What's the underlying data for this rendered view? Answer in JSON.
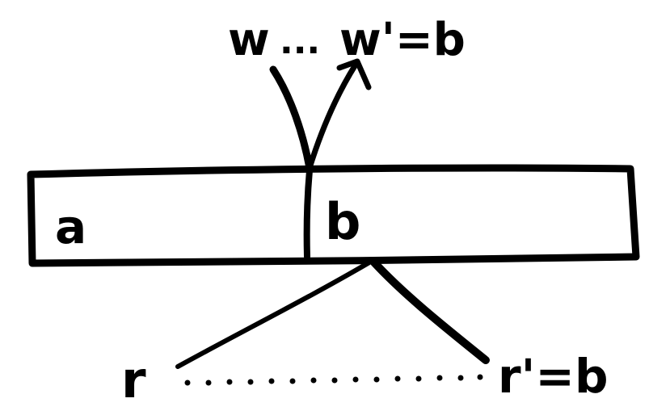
{
  "diagram": {
    "labels": {
      "top_left": "w",
      "top_ellipsis": "...",
      "top_right": "w'=b",
      "cell_left": "a",
      "cell_right": "b",
      "bottom_left": "r",
      "bottom_right": "r'=b"
    }
  }
}
